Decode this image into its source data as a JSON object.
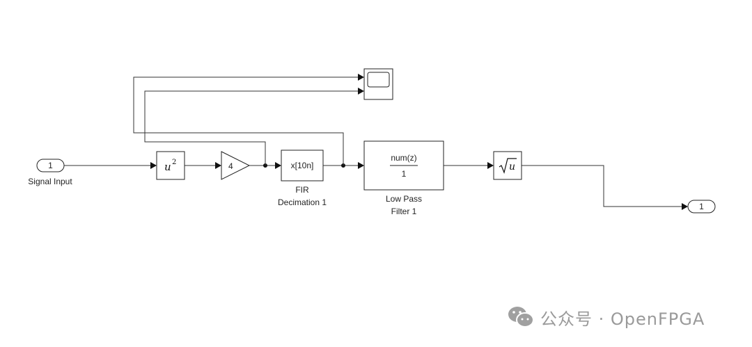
{
  "inport": {
    "number": "1",
    "label": "Signal Input"
  },
  "square_block": {
    "base": "u",
    "exponent": "2"
  },
  "gain_block": {
    "value": "4"
  },
  "fir_block": {
    "text": "x[10n]",
    "label_line1": "FIR",
    "label_line2": "Decimation 1"
  },
  "lpf_block": {
    "numerator": "num(z)",
    "denominator": "1",
    "label_line1": "Low Pass",
    "label_line2": "Filter 1"
  },
  "sqrt_block": {
    "radicand": "u"
  },
  "outport": {
    "number": "1"
  },
  "watermark": {
    "text": "公众号 · OpenFPGA"
  },
  "colors": {
    "line": "#333333",
    "block_border": "#222222",
    "watermark": "#9a9a9a"
  }
}
